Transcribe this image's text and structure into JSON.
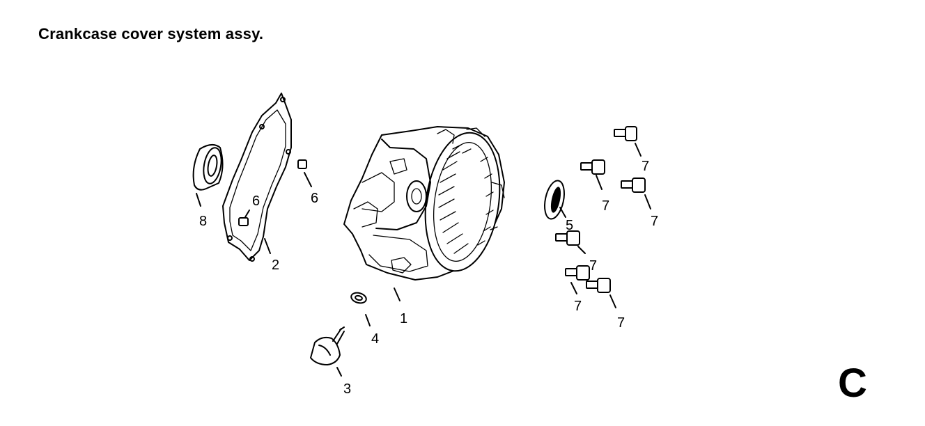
{
  "title": "Crankcase cover system assy.",
  "section_letter": "C",
  "callouts": {
    "c1": "1",
    "c2": "2",
    "c3": "3",
    "c4": "4",
    "c5": "5",
    "c6a": "6",
    "c6b": "6",
    "c8": "8",
    "c7a": "7",
    "c7b": "7",
    "c7c": "7",
    "c7d": "7",
    "c7e": "7",
    "c7f": "7"
  }
}
